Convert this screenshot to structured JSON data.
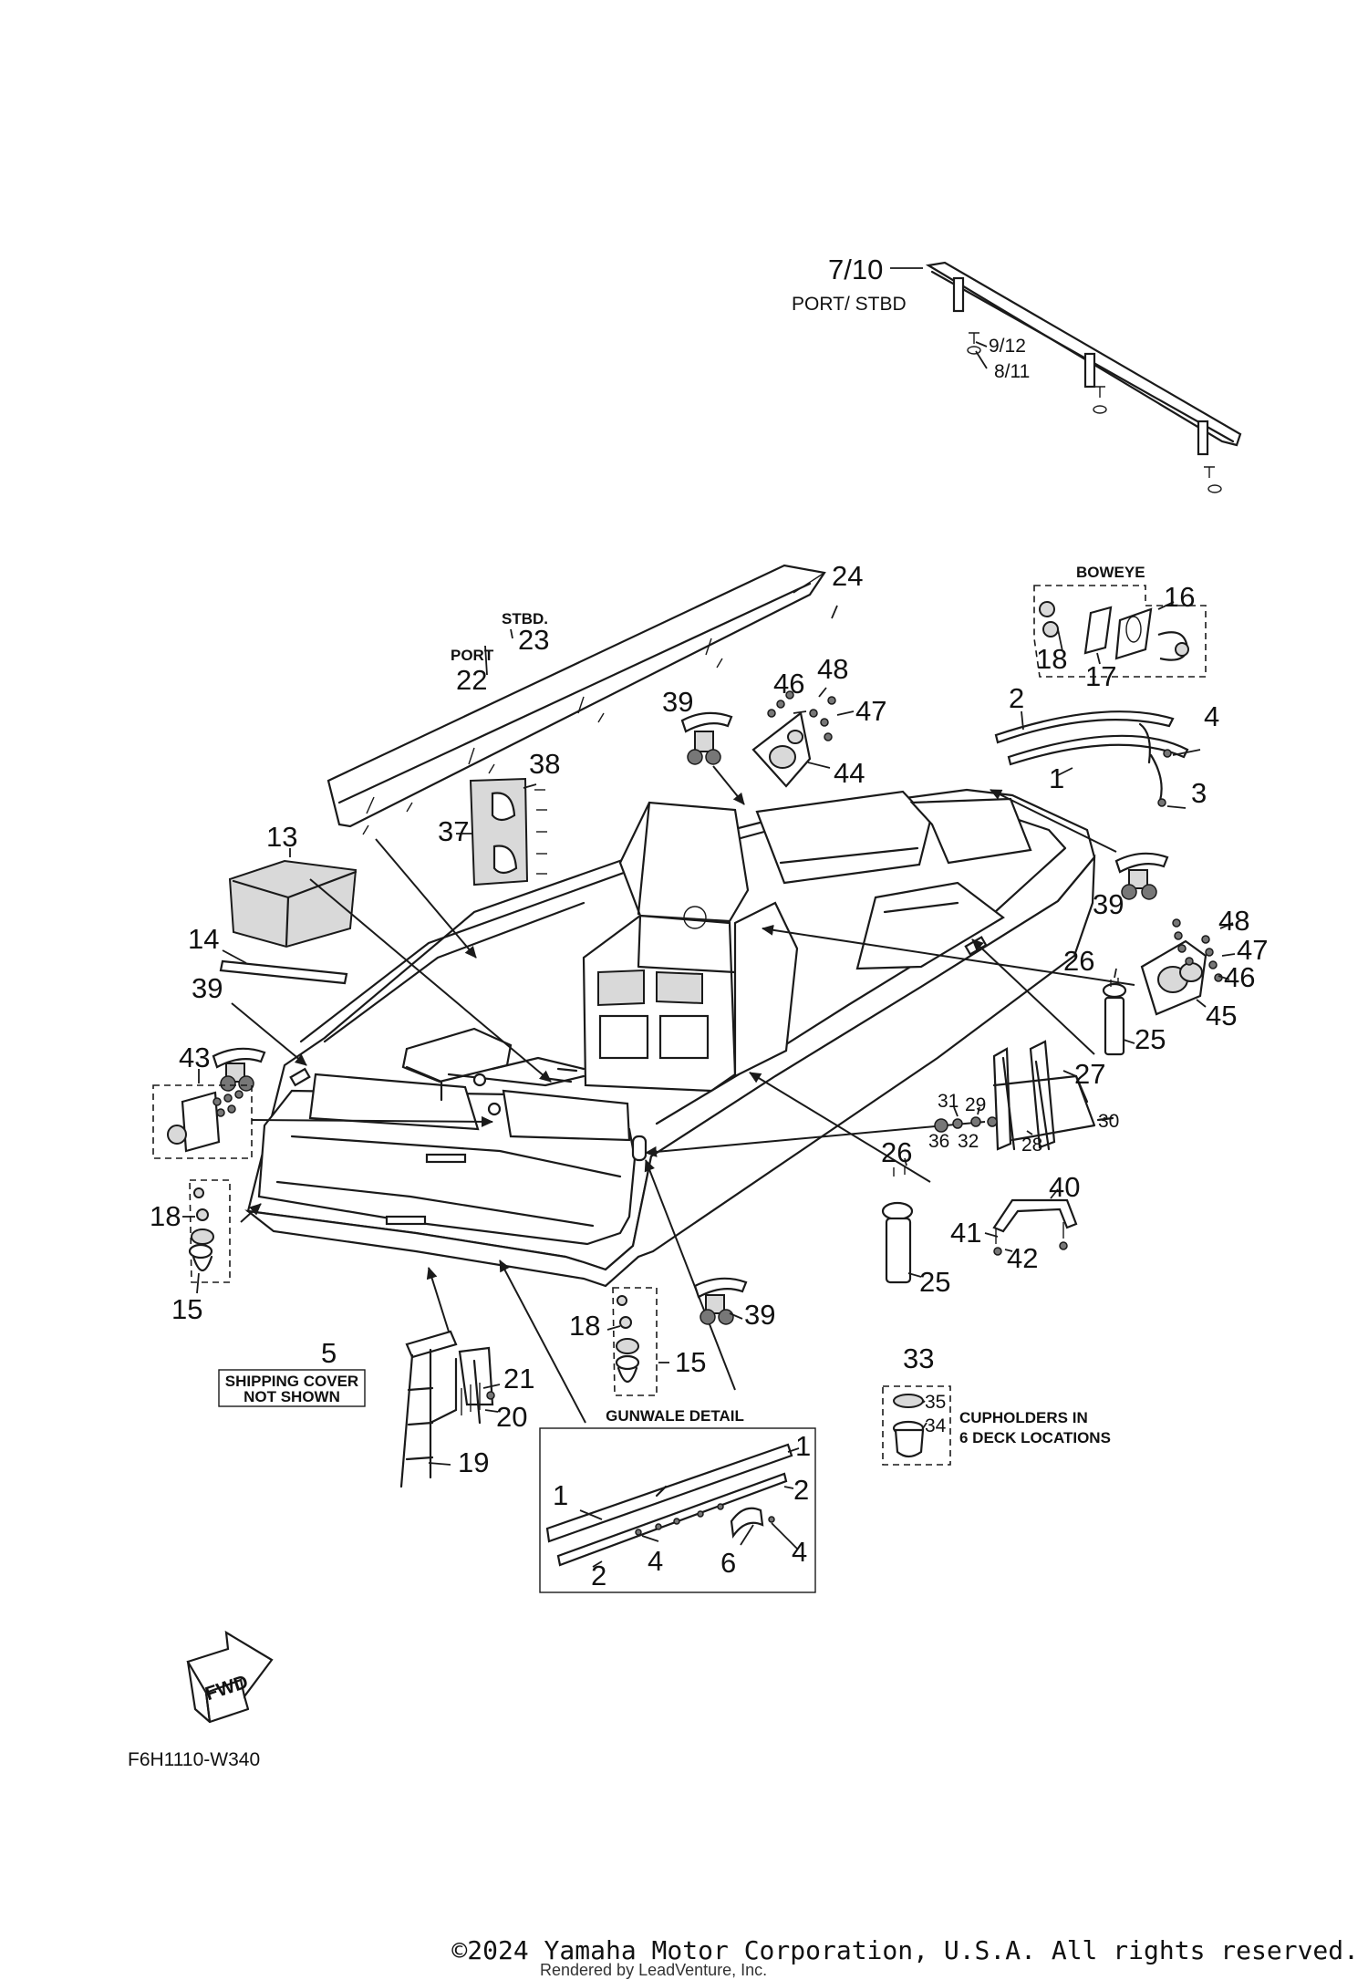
{
  "labels": {
    "l1_top": "7/10",
    "l1_sub": "PORT/ STBD",
    "l912": "9/12",
    "l811": "8/11",
    "boweye": "BOWEYE",
    "l16": "16",
    "l18a": "18",
    "l17": "17",
    "l24": "24",
    "stbd": "STBD.",
    "l23": "23",
    "port": "PORT",
    "l22": "22",
    "l39a": "39",
    "l46a": "46",
    "l48a": "48",
    "l47a": "47",
    "l44": "44",
    "l2a": "2",
    "l4a": "4",
    "l1a": "1",
    "l3": "3",
    "l38": "38",
    "l37": "37",
    "l13": "13",
    "l14": "14",
    "l39b": "39",
    "l39c": "39",
    "l48b": "48",
    "l47b": "47",
    "l46b": "46",
    "l45": "45",
    "l26a": "26",
    "l25a": "25",
    "l27": "27",
    "l31": "31",
    "l29": "29",
    "l30": "30",
    "l36": "36",
    "l32": "32",
    "l28": "28",
    "l43": "43",
    "l18b": "18",
    "l15a": "15",
    "l26b": "26",
    "l25b": "25",
    "l40": "40",
    "l41": "41",
    "l42": "42",
    "l39d": "39",
    "l18c": "18",
    "l15b": "15",
    "l5": "5",
    "ship1": "SHIPPING COVER",
    "ship2": "NOT SHOWN",
    "l21": "21",
    "l20": "20",
    "l19": "19",
    "l33": "33",
    "l35": "35",
    "l34": "34",
    "cup1": "CUPHOLDERS IN",
    "cup2": "6 DECK LOCATIONS",
    "gunwale": "GUNWALE DETAIL",
    "g1a": "1",
    "g1b": "1",
    "g2a": "2",
    "g2b": "2",
    "g4a": "4",
    "g4b": "4",
    "g6": "6",
    "fwd": "FWD",
    "code": "F6H1110-W340"
  },
  "footer": {
    "copyright": "©2024 Yamaha Motor Corporation, U.S.A. All rights reserved.",
    "rendered": "Rendered by LeadVenture, Inc."
  }
}
